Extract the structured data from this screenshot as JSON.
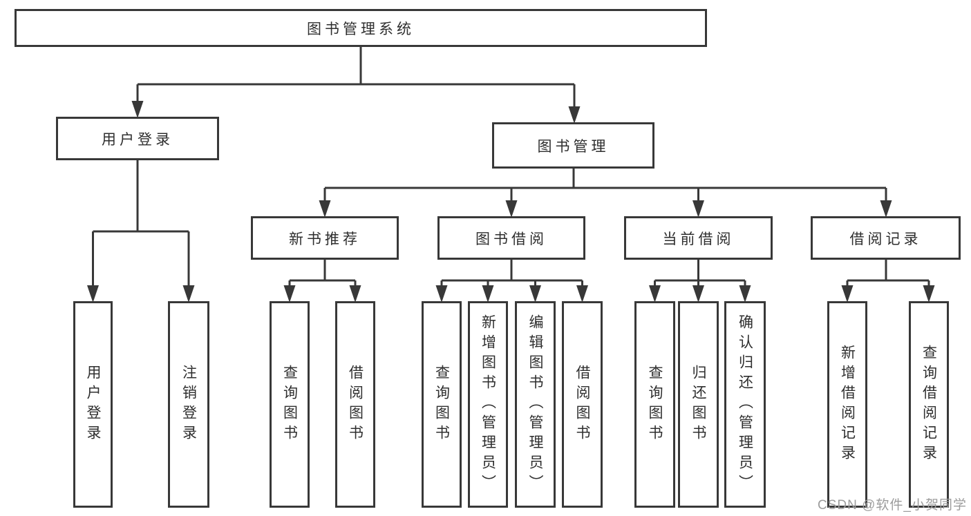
{
  "diagram": {
    "type": "hierarchy-flowchart",
    "title": "图书管理系统"
  },
  "tree": {
    "root": {
      "label": "图书管理系统"
    },
    "branches": [
      {
        "label": "用户登录",
        "children": [
          {
            "label": "用户登录"
          },
          {
            "label": "注销登录"
          }
        ]
      },
      {
        "label": "图书管理",
        "children": [
          {
            "label": "新书推荐",
            "children": [
              {
                "label": "查询图书"
              },
              {
                "label": "借阅图书"
              }
            ]
          },
          {
            "label": "图书借阅",
            "children": [
              {
                "label": "查询图书"
              },
              {
                "label": "新增图书（管理员）"
              },
              {
                "label": "编辑图书（管理员）"
              },
              {
                "label": "借阅图书"
              }
            ]
          },
          {
            "label": "当前借阅",
            "children": [
              {
                "label": "查询图书"
              },
              {
                "label": "归还图书"
              },
              {
                "label": "确认归还（管理员）"
              }
            ]
          },
          {
            "label": "借阅记录",
            "children": [
              {
                "label": "新增借阅记录"
              },
              {
                "label": "查询借阅记录"
              }
            ]
          }
        ]
      }
    ]
  },
  "watermark": {
    "text": "CSDN @软件_小贺同学"
  },
  "colors": {
    "line": "#383838",
    "box_border": "#383838",
    "text": "#2e2e2e",
    "watermark": "#9c9c9c",
    "background": "#ffffff"
  }
}
